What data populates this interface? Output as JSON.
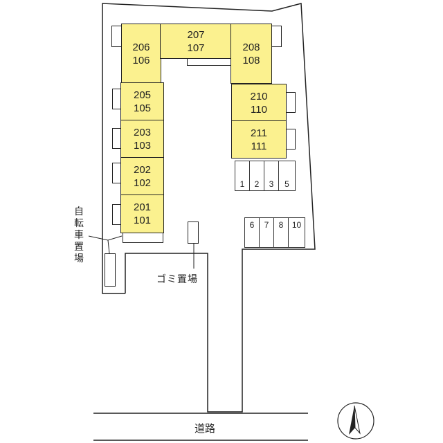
{
  "units": [
    {
      "upper": "206",
      "lower": "106"
    },
    {
      "upper": "207",
      "lower": "107"
    },
    {
      "upper": "208",
      "lower": "108"
    },
    {
      "upper": "205",
      "lower": "105"
    },
    {
      "upper": "203",
      "lower": "103"
    },
    {
      "upper": "202",
      "lower": "102"
    },
    {
      "upper": "201",
      "lower": "101"
    },
    {
      "upper": "210",
      "lower": "110"
    },
    {
      "upper": "211",
      "lower": "111"
    }
  ],
  "parking": [
    "1",
    "2",
    "3",
    "5",
    "6",
    "7",
    "8",
    "10"
  ],
  "labels": {
    "bicycle_parking": [
      "自",
      "転",
      "車",
      "置",
      "場"
    ],
    "garbage": "ゴミ置場",
    "road": "道路"
  },
  "colors": {
    "unit_fill": "#fbf18f",
    "line": "#222222"
  },
  "compass": "north-arrow"
}
